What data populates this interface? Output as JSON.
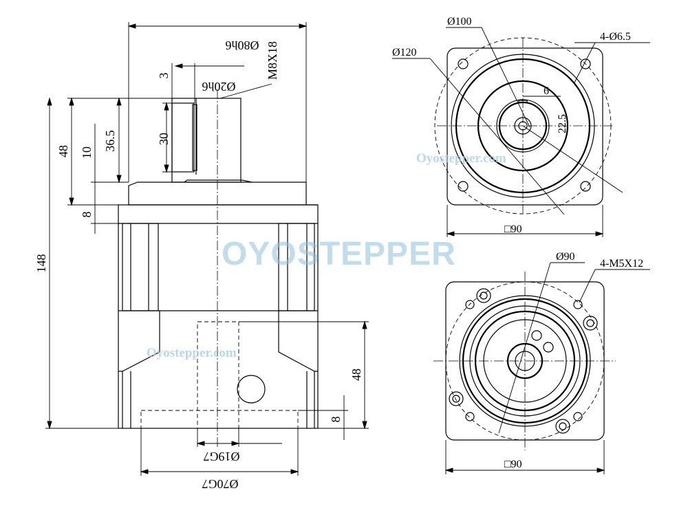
{
  "side_view": {
    "dim_top_width": "Ø80h6",
    "dim_shaft_dia": "Ø20h6",
    "dim_thread": "M8X18",
    "dim_3": "3",
    "dim_30": "30",
    "dim_36_5": "36.5",
    "dim_10": "10",
    "dim_48_top": "48",
    "dim_8_top": "8",
    "dim_148": "148",
    "dim_48_right": "48",
    "dim_8_right": "8",
    "dim_bore": "Ø19G7",
    "dim_bottom": "Ø70G7"
  },
  "top_view": {
    "dim_d100": "Ø100",
    "dim_holes": "4-Ø6.5",
    "dim_d120": "Ø120",
    "dim_6": "6",
    "dim_22_5": "22.5",
    "dim_square": "□90"
  },
  "bottom_view": {
    "dim_d90": "Ø90",
    "dim_threads": "4-M5X12",
    "dim_square": "□90"
  },
  "watermarks": {
    "brand": "OYOSTEPPER",
    "site_1": "Oyostepper.com",
    "site_2": "Oyostepper.com"
  }
}
